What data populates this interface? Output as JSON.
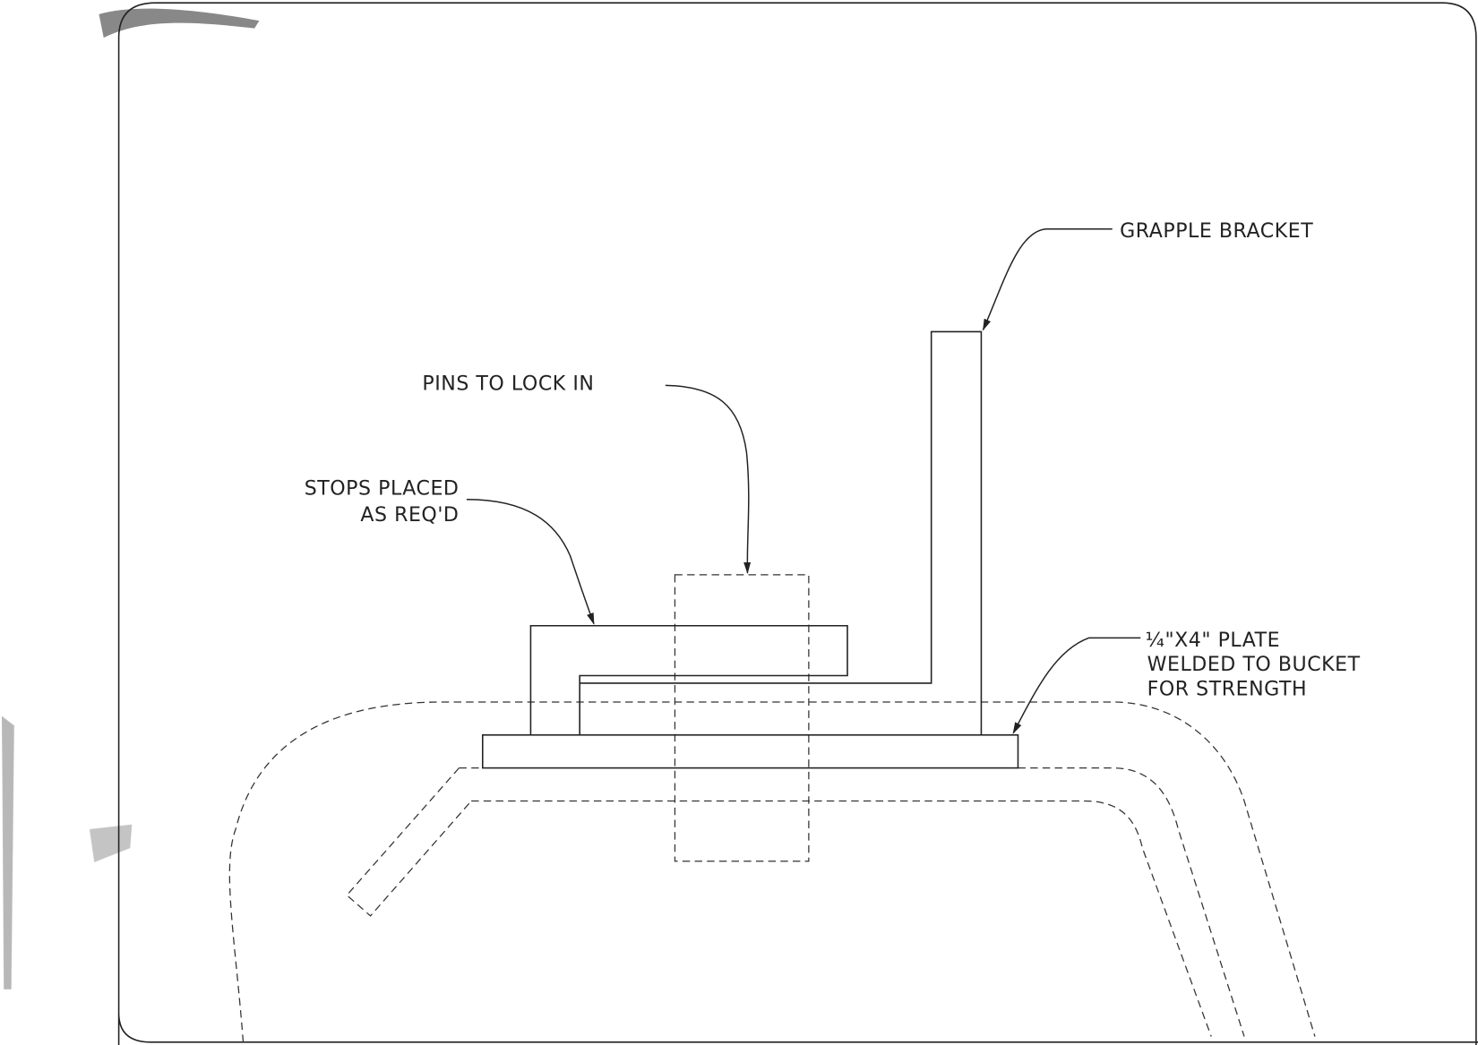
{
  "labels": {
    "grapple_bracket": "GRAPPLE BRACKET",
    "pins": "PINS TO LOCK IN",
    "stops_line1": "STOPS PLACED",
    "stops_line2": "AS REQ'D",
    "plate_line1": "¼\"X4\" PLATE",
    "plate_line2": "WELDED TO BUCKET",
    "plate_line3": "FOR STRENGTH"
  }
}
